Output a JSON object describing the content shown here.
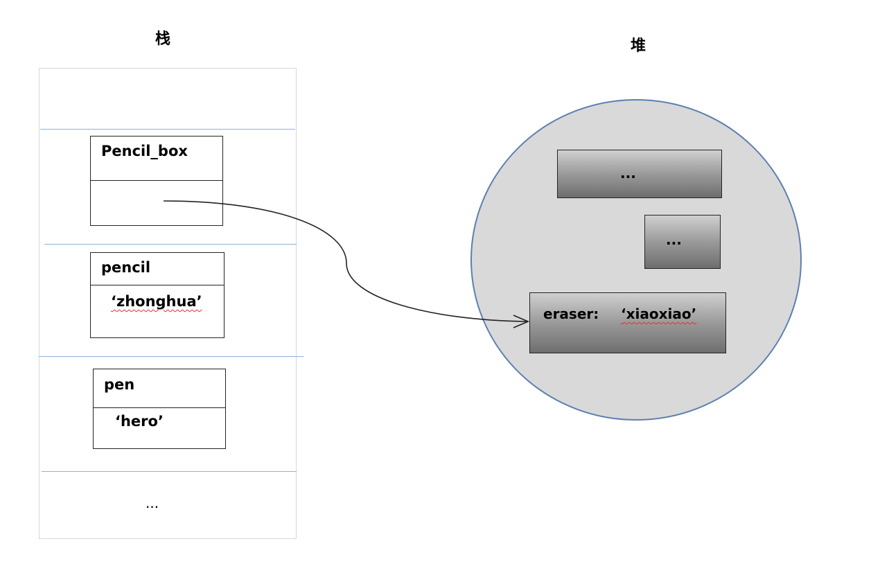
{
  "stack": {
    "title": "栈",
    "variables": [
      {
        "name": "Pencil_box",
        "value": ""
      },
      {
        "name": "pencil",
        "value": "‘zhonghua’"
      },
      {
        "name": "pen",
        "value": "‘hero’"
      }
    ],
    "ellipsis": "..."
  },
  "heap": {
    "title": "堆",
    "objects": [
      {
        "label": "..."
      },
      {
        "label": "..."
      },
      {
        "key": "eraser:",
        "value": "‘xiaoxiao’"
      }
    ]
  },
  "colors": {
    "heap_fill": "#d9d9d9",
    "heap_border": "#5b7fb0",
    "stack_separator": "#8fb0d9",
    "spellcheck_underline": "#e03030"
  }
}
